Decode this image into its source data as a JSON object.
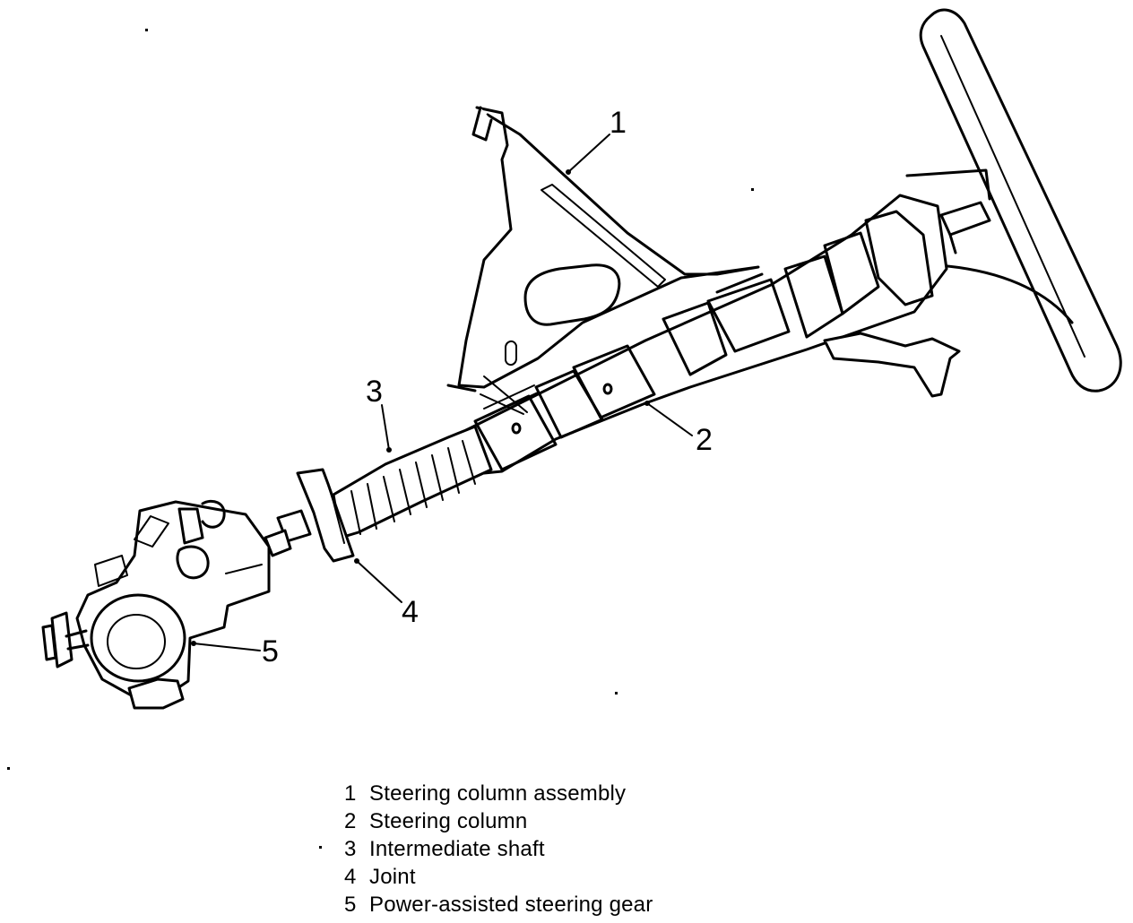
{
  "callouts": [
    "1",
    "2",
    "3",
    "4",
    "5"
  ],
  "legend": [
    {
      "number": "1",
      "text": "Steering column assembly"
    },
    {
      "number": "2",
      "text": "Steering column"
    },
    {
      "number": "3",
      "text": "Intermediate shaft"
    },
    {
      "number": "4",
      "text": "Joint"
    },
    {
      "number": "5",
      "text": "Power-assisted steering gear"
    }
  ]
}
